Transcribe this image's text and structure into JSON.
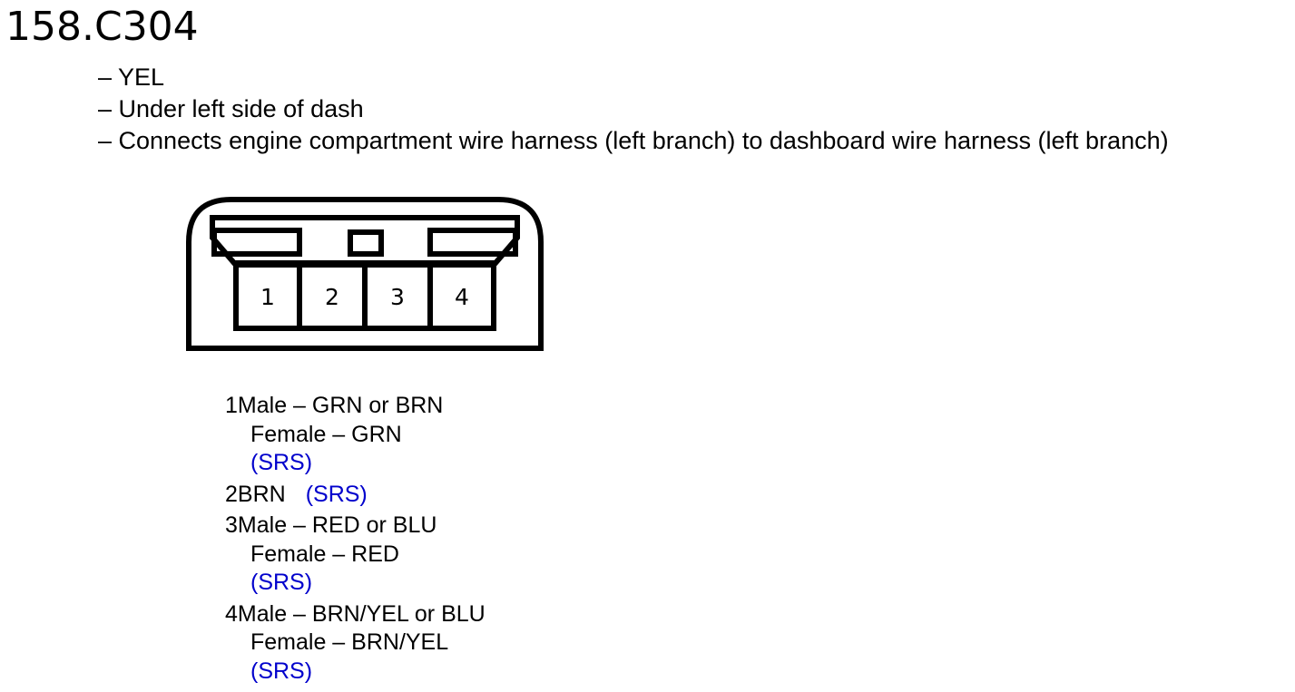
{
  "title": "158.C304",
  "details": [
    "– YEL",
    "– Under left side of dash",
    "– Connects engine compartment wire harness (left branch) to dashboard wire harness (left branch)"
  ],
  "connector": {
    "pins": [
      "1",
      "2",
      "3",
      "4"
    ]
  },
  "pins": [
    {
      "number": "1",
      "male": "Male – GRN or BRN",
      "female": "Female – GRN",
      "note": "(SRS)"
    },
    {
      "number": "2",
      "color": "BRN",
      "note": "(SRS)"
    },
    {
      "number": "3",
      "male": "Male – RED or BLU",
      "female": "Female – RED",
      "note": "(SRS)"
    },
    {
      "number": "4",
      "male": "Male – BRN/YEL or BLU",
      "female": "Female – BRN/YEL",
      "note": "(SRS)"
    }
  ],
  "colors": {
    "note": "#0000cc",
    "line": "#000000"
  }
}
